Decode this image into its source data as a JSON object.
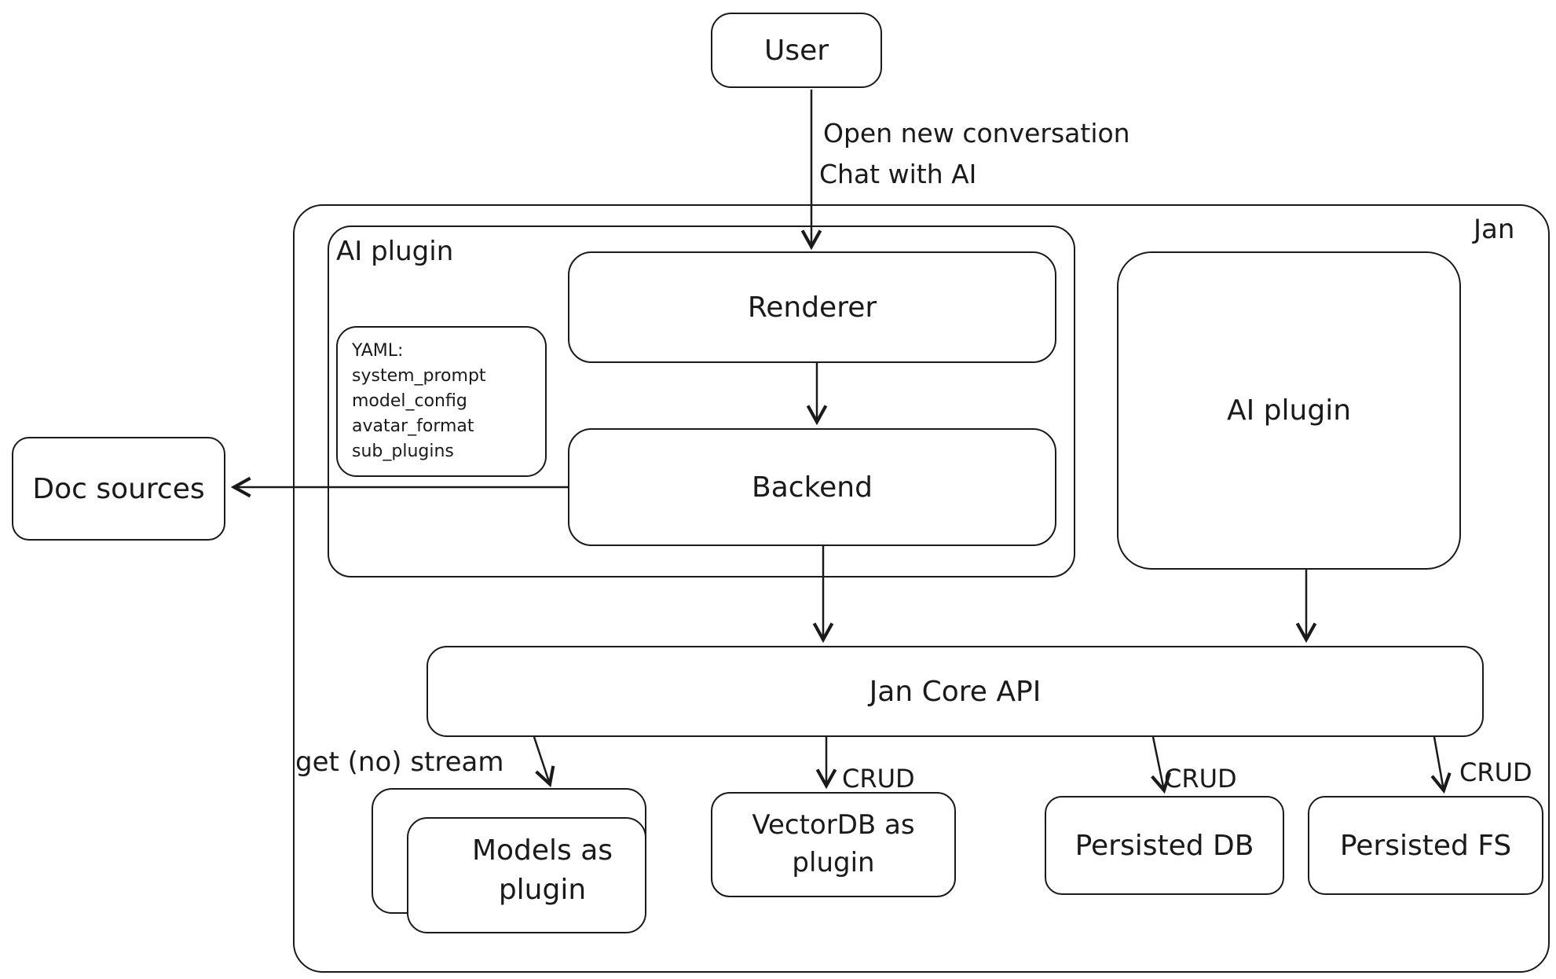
{
  "diagram": {
    "nodes": {
      "user": "User",
      "jan": "Jan",
      "ai_plugin_left": "AI plugin",
      "renderer": "Renderer",
      "backend": "Backend",
      "doc_sources": "Doc sources",
      "ai_plugin_right": "AI plugin",
      "jan_core_api": "Jan Core API",
      "models_as_plugin": "Models as plugin",
      "vectordb_as_plugin": "VectorDB as plugin",
      "persisted_db": "Persisted DB",
      "persisted_fs": "Persisted FS"
    },
    "yaml_note": {
      "lines": [
        "YAML:",
        "system_prompt",
        "model_config",
        "avatar_format",
        "sub_plugins"
      ]
    },
    "edge_labels": {
      "open_conversation": "Open new conversation",
      "chat_with_ai": "Chat with AI",
      "get_no_stream": "get (no) stream",
      "crud_vectordb": "CRUD",
      "crud_persisted_db": "CRUD",
      "crud_persisted_fs": "CRUD"
    },
    "colors": {
      "stroke": "#1a1a1a",
      "background": "#ffffff"
    }
  }
}
